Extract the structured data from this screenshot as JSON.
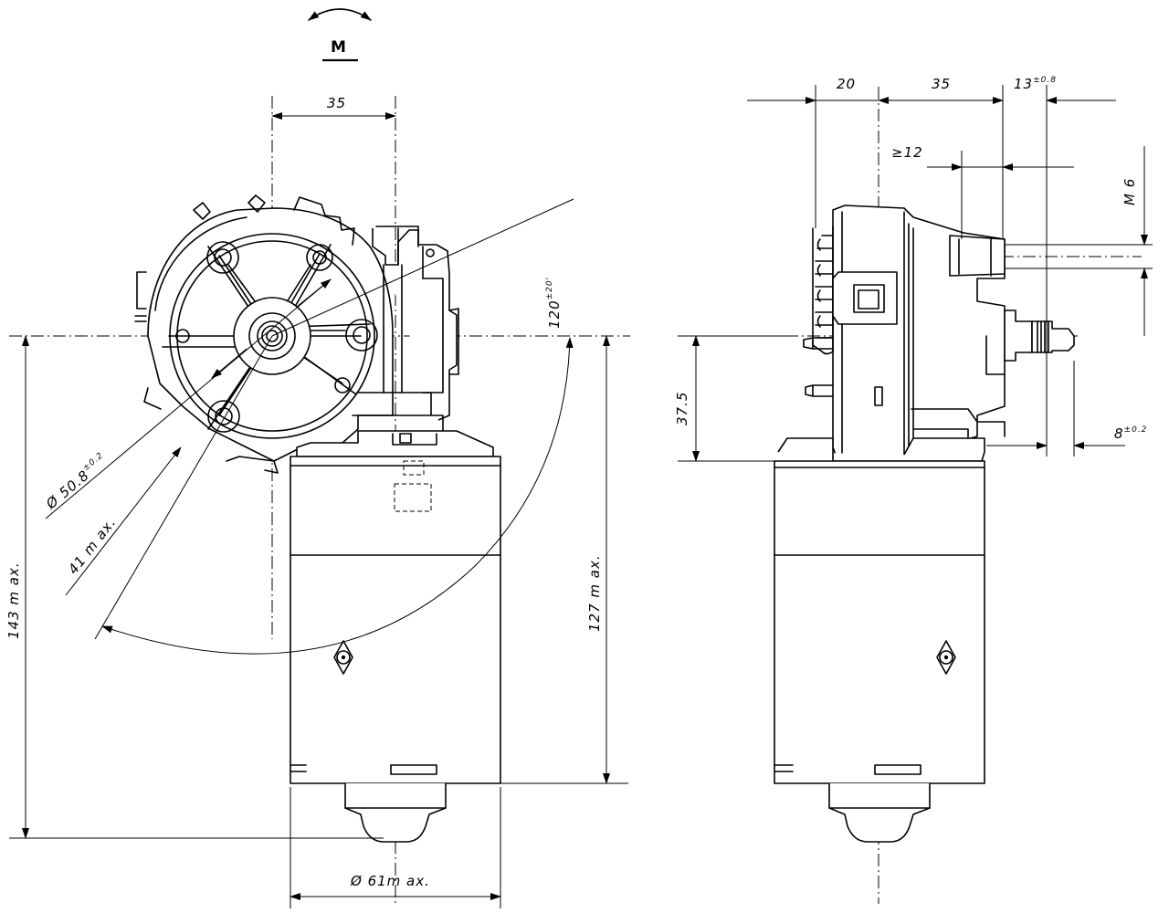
{
  "rotation_symbol": {
    "label": "M"
  },
  "front_view": {
    "dim_offset": "35",
    "dim_face_dia": {
      "main": "Ø 50.8",
      "tol": "±0.2"
    },
    "dim_41": "41 m ax.",
    "dim_angle": {
      "main": "120",
      "tol": "±20'"
    },
    "dim_143": "143 m ax.",
    "dim_127": "127 m ax.",
    "dim_61": "Ø 61m ax."
  },
  "side_view": {
    "dim_20": "20",
    "dim_35": "35",
    "dim_13": {
      "main": "13",
      "tol": "±0.8"
    },
    "dim_12": "≥12",
    "dim_m6": "M 6",
    "dim_37_5": "37.5",
    "dim_8": {
      "main": "8",
      "tol": "±0.2"
    }
  }
}
